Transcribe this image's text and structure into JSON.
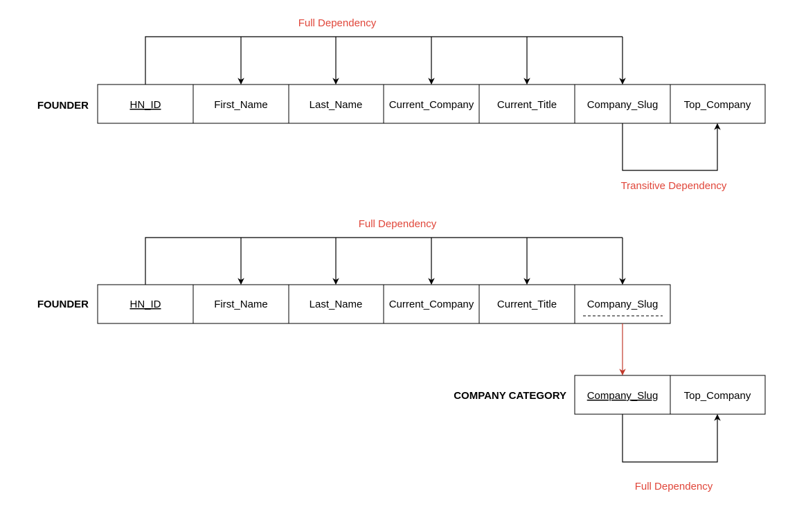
{
  "colors": {
    "black": "#000000",
    "red": "#c0392b",
    "red_text": "#e0463a"
  },
  "founder_1": {
    "label": "FOUNDER",
    "columns": [
      {
        "name": "HN_ID",
        "primary_key": true
      },
      {
        "name": "First_Name",
        "primary_key": false
      },
      {
        "name": "Last_Name",
        "primary_key": false
      },
      {
        "name": "Current_Company",
        "primary_key": false
      },
      {
        "name": "Current_Title",
        "primary_key": false
      },
      {
        "name": "Company_Slug",
        "primary_key": false
      },
      {
        "name": "Top_Company",
        "primary_key": false
      }
    ],
    "full_dependency_label": "Full Dependency",
    "transitive_dependency_label": "Transitive Dependency"
  },
  "founder_2": {
    "label": "FOUNDER",
    "columns": [
      {
        "name": "HN_ID",
        "primary_key": true
      },
      {
        "name": "First_Name",
        "primary_key": false
      },
      {
        "name": "Last_Name",
        "primary_key": false
      },
      {
        "name": "Current_Company",
        "primary_key": false
      },
      {
        "name": "Current_Title",
        "primary_key": false
      },
      {
        "name": "Company_Slug",
        "primary_key": false,
        "foreign_key": true
      }
    ],
    "full_dependency_label": "Full Dependency"
  },
  "company_category": {
    "label": "COMPANY CATEGORY",
    "columns": [
      {
        "name": "Company_Slug",
        "primary_key": true
      },
      {
        "name": "Top_Company",
        "primary_key": false
      }
    ],
    "full_dependency_label": "Full Dependency"
  }
}
